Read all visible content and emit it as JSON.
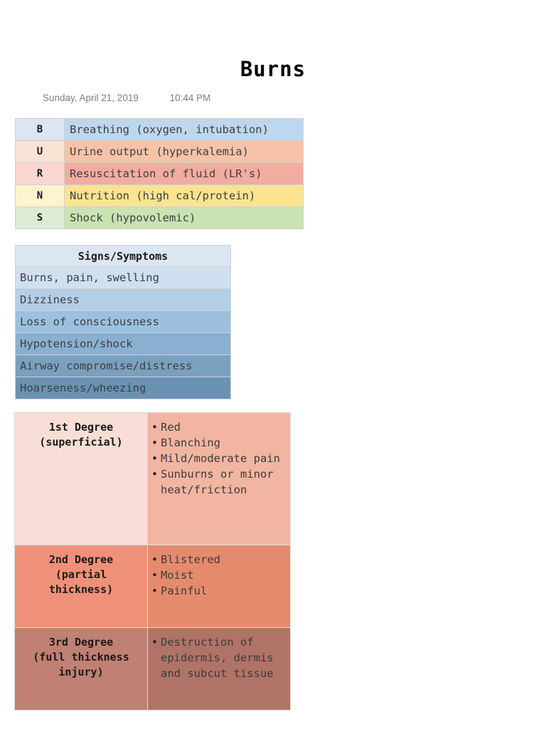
{
  "document": {
    "title": "Burns",
    "date": "Sunday, April 21, 2019",
    "time": "10:44 PM"
  },
  "colors": {
    "title_color": "#000000",
    "date_color": "#7f7f7f",
    "page_background": "#ffffff"
  },
  "burns_mnemonic": {
    "rows": [
      {
        "letter": "B",
        "text": "Breathing (oxygen, intubation)",
        "letter_bg": "#dce6f2",
        "text_bg": "#bdd7ee"
      },
      {
        "letter": "U",
        "text": "Urine output (hyperkalemia)",
        "letter_bg": "#fae3d5",
        "text_bg": "#f7c3a8"
      },
      {
        "letter": "R",
        "text": "Resuscitation of fluid (LR's)",
        "letter_bg": "#fad6d0",
        "text_bg": "#f2aca0"
      },
      {
        "letter": "N",
        "text": "Nutrition (high cal/protein)",
        "letter_bg": "#fdf3cc",
        "text_bg": "#fbe392"
      },
      {
        "letter": "S",
        "text": "Shock (hypovolemic)",
        "letter_bg": "#ddebd4",
        "text_bg": "#c9e3b4"
      }
    ]
  },
  "signs_symptoms": {
    "header": "Signs/Symptoms",
    "header_bg": "#dce6f2",
    "rows": [
      {
        "text": "Burns, pain, swelling",
        "bg": "#cfe0f0"
      },
      {
        "text": "Dizziness",
        "bg": "#b3cfe8"
      },
      {
        "text": "Loss of consciousness",
        "bg": "#9cc0de"
      },
      {
        "text": "Hypotension/shock",
        "bg": "#89afd1"
      },
      {
        "text": "Airway compromise/distress",
        "bg": "#7aa0c0"
      },
      {
        "text": "Hoarseness/wheezing",
        "bg": "#6a92b4"
      }
    ]
  },
  "burn_degrees": {
    "rows": [
      {
        "label": "1st Degree\n(superficial)",
        "label_lines": [
          "1st Degree",
          "(superficial)"
        ],
        "label_bg": "#f8ded6",
        "body_bg": "#f2b5a1",
        "items": [
          "Red",
          "Blanching",
          "Mild/moderate pain",
          "Sunburns or minor heat/friction"
        ]
      },
      {
        "label": "2nd Degree\n(partial thickness)",
        "label_lines": [
          "2nd Degree",
          "(partial",
          "thickness)"
        ],
        "label_bg": "#ef9178",
        "body_bg": "#e68a6e",
        "items": [
          "Blistered",
          "Moist",
          "Painful"
        ]
      },
      {
        "label": "3rd Degree\n(full thickness injury)",
        "label_lines": [
          "3rd Degree",
          "(full thickness",
          "injury)"
        ],
        "label_bg": "#c08073",
        "body_bg": "#b07367",
        "items": [
          "Destruction of epidermis, dermis and subcut tissue"
        ]
      }
    ]
  }
}
